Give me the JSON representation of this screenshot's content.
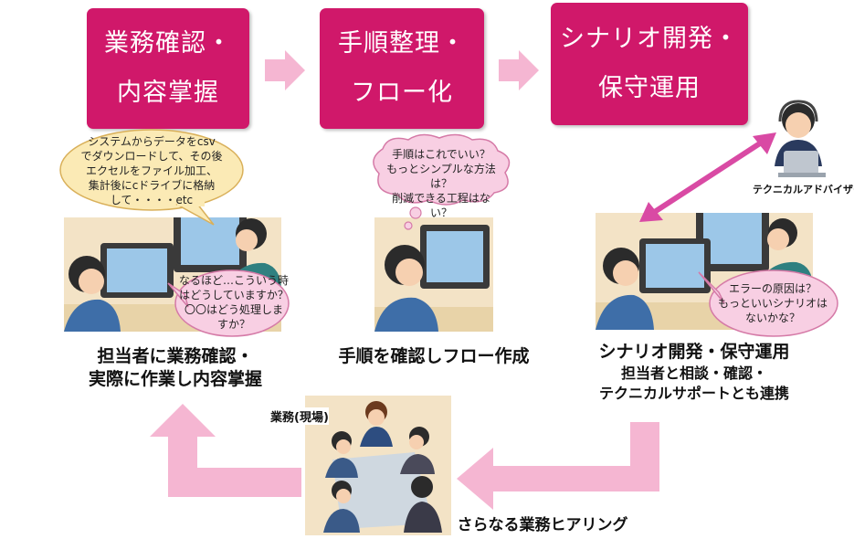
{
  "steps": [
    {
      "line1": "業務確認・",
      "line2": "内容掌握"
    },
    {
      "line1": "手順整理・",
      "line2": "フロー化"
    },
    {
      "line1": "シナリオ開発・",
      "line2": "保守運用"
    }
  ],
  "bubbles": {
    "csv": [
      "システムからデータをcsv",
      "でダウンロードして、その後",
      "エクセルをファイル加工、",
      "集計後にcドライブに格納",
      "して・・・・etc"
    ],
    "question": [
      "なるほど…こういう時",
      "はどうしていますか？",
      "〇〇はどう処理しま",
      "すか？"
    ],
    "thought": [
      "手順はこれでいい？",
      "もっとシンプルな方法は？",
      "削減できる工程はない？"
    ],
    "error": [
      "エラーの原因は？",
      "もっといいシナリオは",
      "ないかな？"
    ]
  },
  "captions": {
    "step1": [
      "担当者に業務確認・",
      "実際に作業し内容掌握"
    ],
    "step2": "手順を確認しフロー作成",
    "step3_title": "シナリオ開発・保守運用",
    "step3_sub": [
      "担当者と相談・確認・",
      "テクニカルサポートとも連携"
    ]
  },
  "labels": {
    "advisor": "テクニカルアドバイザー",
    "field": "業務(現場)",
    "hearing": "さらなる業務ヒアリング"
  },
  "colors": {
    "step_fill": "#d0186a",
    "arrow_pink": "#f5b6d2",
    "bubble_yellow": "#fbeab5",
    "bubble_pink": "#f8cfe3",
    "photo_bg": "#f3e3c6"
  }
}
